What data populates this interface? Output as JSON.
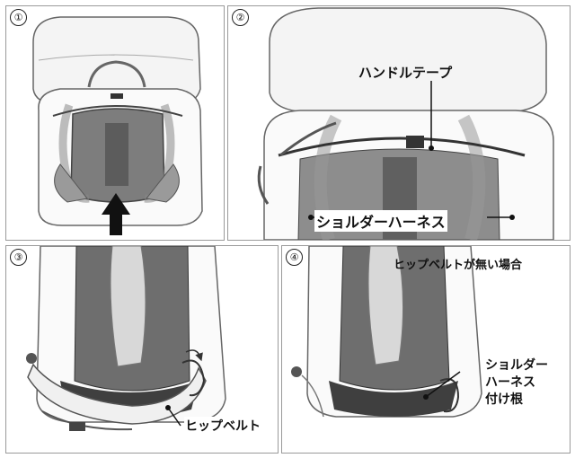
{
  "panels": [
    {
      "number": "①"
    },
    {
      "number": "②",
      "labels": {
        "handle_tape": "ハンドルテープ",
        "shoulder_harness": "ショルダーハーネス"
      }
    },
    {
      "number": "③",
      "labels": {
        "hip_belt": "ヒップベルト"
      }
    },
    {
      "number": "④",
      "labels": {
        "no_hip_belt": "ヒップベルトが無い場合",
        "attach_1": "ショルダー",
        "attach_2": "ハーネス",
        "attach_3": "付け根"
      }
    }
  ],
  "colors": {
    "outline": "#555555",
    "shade": "#8a8a8a",
    "dark_shade": "#5a5a5a",
    "light": "#f2f2f2"
  }
}
